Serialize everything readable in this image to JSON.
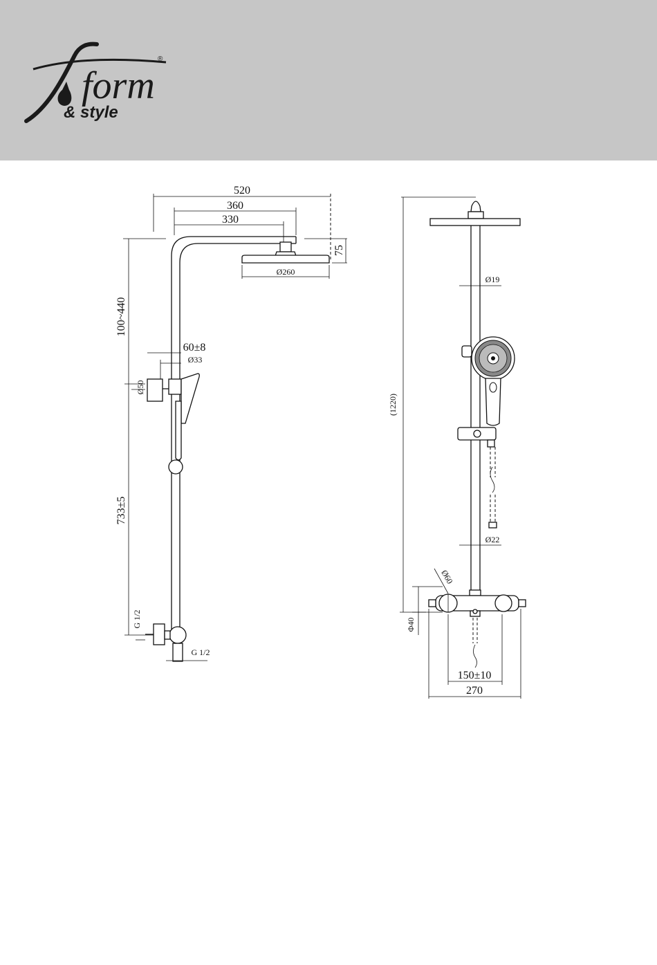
{
  "brand": {
    "name_line1": "form",
    "name_line2": "& style",
    "registered": "®"
  },
  "colors": {
    "header_bg": "#c6c6c6",
    "line": "#111111",
    "logo": "#1a1a1a"
  },
  "side_view": {
    "width_overall": "520",
    "width_arm": "360",
    "width_head_offset": "330",
    "head_drop": "75",
    "head_diameter": "Ø260",
    "height_adjust": "100~440",
    "holder_offset": "60±8",
    "holder_diameter": "Ø33",
    "wall_mount_diameter": "Ø50",
    "lower_height": "733±5",
    "thread_inlet": "G 1/2",
    "thread_outlet": "G 1/2"
  },
  "front_view": {
    "rail_diameter": "Ø19",
    "total_height": "(1220)",
    "hose_diameter": "Ø22",
    "knob_diameter": "Ø60",
    "body_diameter": "Φ40",
    "inlet_spacing": "150±10",
    "body_width": "270"
  }
}
